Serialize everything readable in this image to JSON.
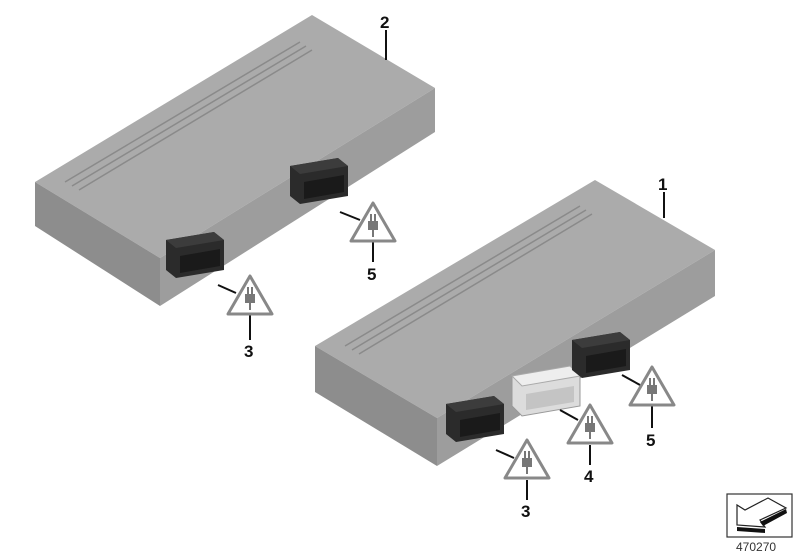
{
  "diagram": {
    "parts": [
      {
        "callout": "1",
        "part": "control-unit-with-three-connectors"
      },
      {
        "callout": "2",
        "part": "control-unit-with-two-connectors"
      },
      {
        "callout": "3",
        "part": "connector-warning"
      },
      {
        "callout": "4",
        "part": "connector-warning"
      },
      {
        "callout": "5",
        "part": "connector-warning"
      }
    ],
    "labels": {
      "box1": "1",
      "box2": "2",
      "c3a": "3",
      "c5a": "5",
      "c3b": "3",
      "c4": "4",
      "c5b": "5"
    },
    "diagram_number": "470270",
    "colors": {
      "housing_top": "#a9a9a9",
      "housing_front": "#8e8e8e",
      "housing_side": "#9c9c9c",
      "connector": "#2a2a2a",
      "connector_white": "#e6e6e6"
    }
  }
}
